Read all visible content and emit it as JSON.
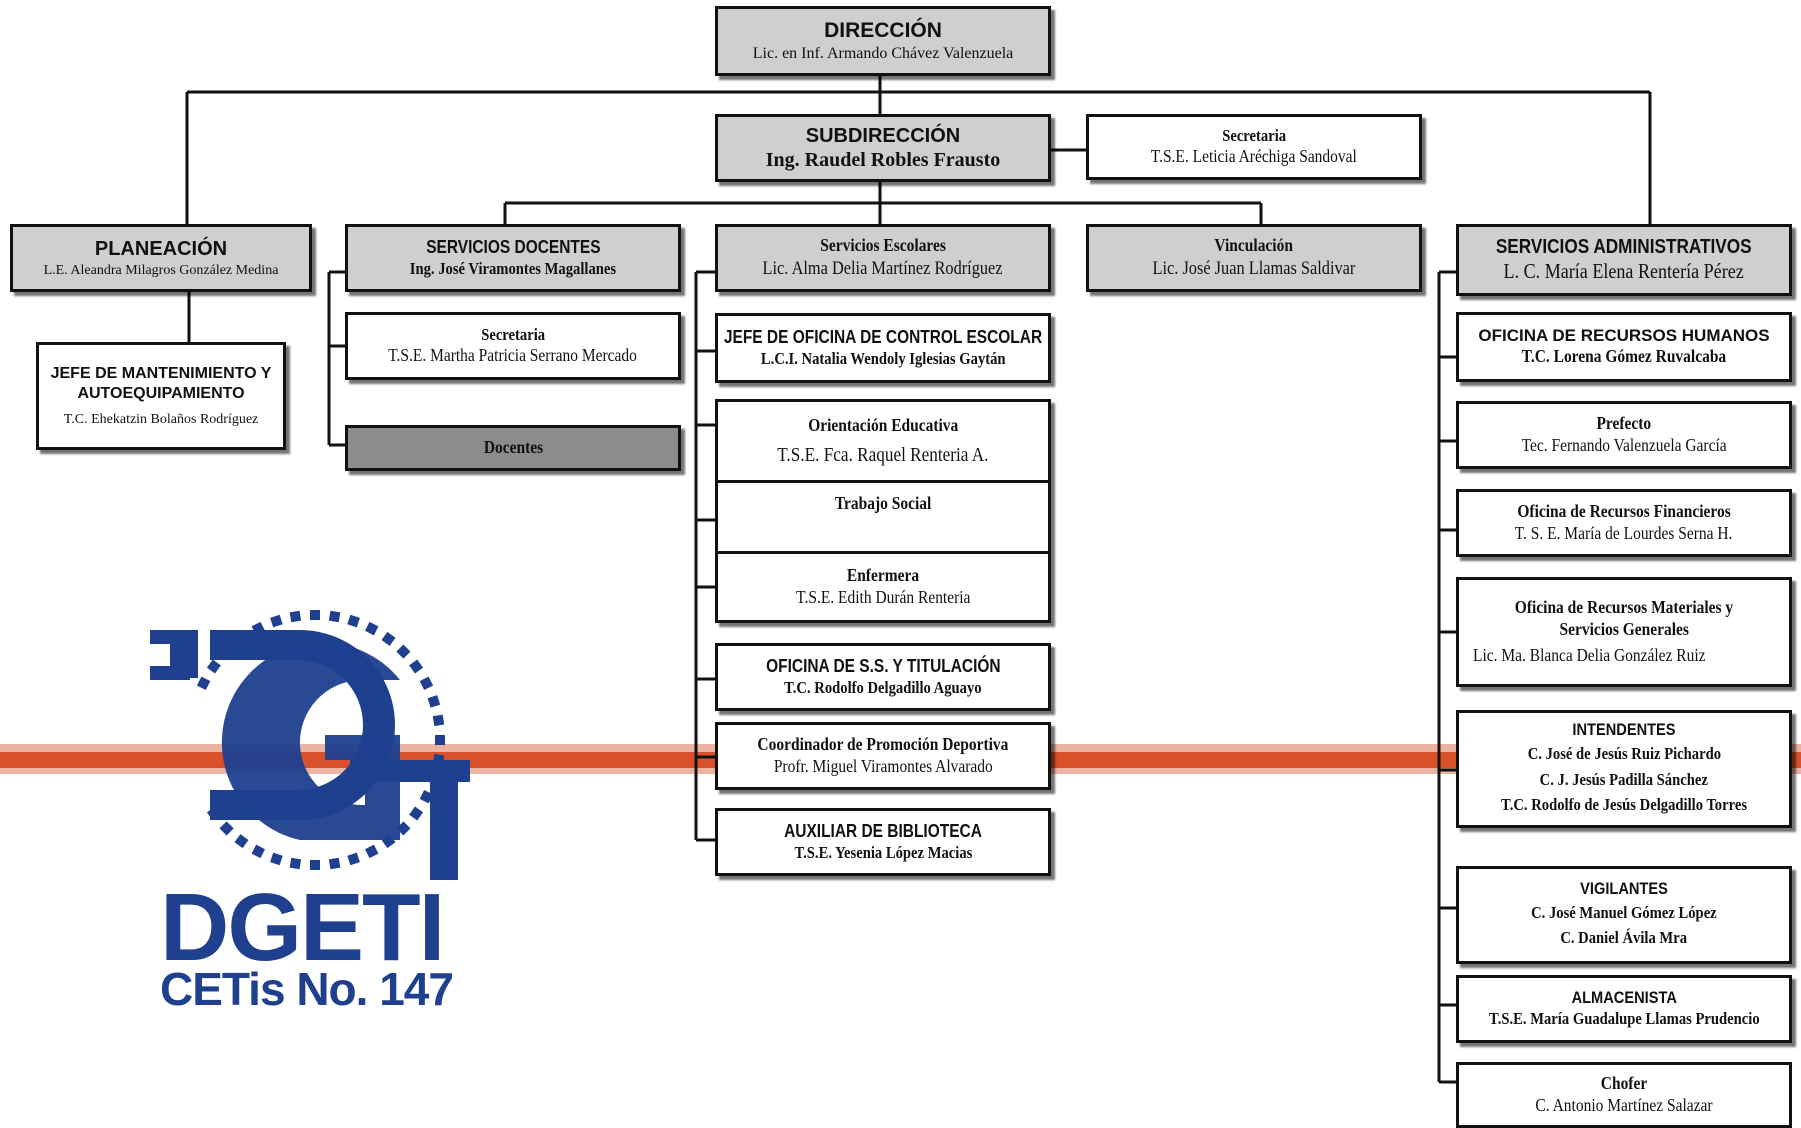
{
  "direccion": {
    "title": "DIRECCIÓN",
    "name": "Lic. en Inf. Armando Chávez Valenzuela"
  },
  "subdireccion": {
    "title": "SUBDIRECCIÓN",
    "name": "Ing. Raudel Robles Frausto"
  },
  "secretaria_sub": {
    "title": "Secretaria",
    "name": "T.S.E. Leticia Aréchiga Sandoval"
  },
  "planeacion": {
    "title": "PLANEACIÓN",
    "name": "L.E. Aleandra Milagros González Medina"
  },
  "mantenimiento": {
    "title": "JEFE DE MANTENIMIENTO Y AUTOEQUIPAMIENTO",
    "name": "T.C. Ehekatzin Bolaños Rodríguez"
  },
  "servicios_docentes": {
    "title": "SERVICIOS DOCENTES",
    "name": "Ing. José Viramontes Magallanes"
  },
  "secretaria_doc": {
    "title": "Secretaria",
    "name": "T.S.E. Martha Patricia Serrano Mercado"
  },
  "docentes": {
    "title": "Docentes"
  },
  "servicios_escolares": {
    "title": "Servicios Escolares",
    "name": "Lic. Alma Delia Martínez Rodríguez"
  },
  "control_escolar": {
    "title": "JEFE DE OFICINA DE CONTROL ESCOLAR",
    "name": "L.C.I. Natalia Wendoly Iglesias Gaytán"
  },
  "orientacion": {
    "title": "Orientación Educativa",
    "name": "T.S.E. Fca. Raquel Renteria A."
  },
  "trabajo_social": {
    "title": "Trabajo Social"
  },
  "enfermera": {
    "title": "Enfermera",
    "name": "T.S.E. Edith Durán Renteria"
  },
  "titulacion": {
    "title": "OFICINA DE S.S. Y TITULACIÓN",
    "name": "T.C. Rodolfo Delgadillo Aguayo"
  },
  "deportiva": {
    "title": "Coordinador de Promoción Deportiva",
    "name": "Profr. Miguel Viramontes Alvarado"
  },
  "biblioteca": {
    "title": "AUXILIAR DE BIBLIOTECA",
    "name": "T.S.E. Yesenia López Macias"
  },
  "vinculacion": {
    "title": "Vinculación",
    "name": "Lic. José Juan Llamas Saldivar"
  },
  "administrativos": {
    "title": "SERVICIOS ADMINISTRATIVOS",
    "name": "L. C. María Elena Rentería Pérez"
  },
  "rh": {
    "title": "OFICINA DE RECURSOS HUMANOS",
    "name": "T.C. Lorena Gómez Ruvalcaba"
  },
  "prefecto": {
    "title": "Prefecto",
    "name": "Tec. Fernando Valenzuela García"
  },
  "financieros": {
    "title": "Oficina de Recursos Financieros",
    "name": "T. S. E. María de Lourdes Serna H."
  },
  "materiales": {
    "title_1": "Oficina de Recursos Materiales y",
    "title_2": "Servicios Generales",
    "name": "Lic.  Ma. Blanca Delia González Ruiz"
  },
  "intendentes": {
    "title": "INTENDENTES",
    "names": [
      "C. José de Jesús Ruiz Pichardo",
      "C. J. Jesús Padilla Sánchez",
      "T.C. Rodolfo de Jesús Delgadillo Torres"
    ]
  },
  "vigilantes": {
    "title": "VIGILANTES",
    "names": [
      "C. José Manuel Gómez López",
      "C. Daniel Ávila Mra"
    ]
  },
  "almacenista": {
    "title": "ALMACENISTA",
    "name": "T.S.E. María Guadalupe Llamas Prudencio"
  },
  "chofer": {
    "title": "Chofer",
    "name": "C. Antonio Martínez Salazar"
  },
  "logo": {
    "brand": "DGETI",
    "school": "CETis No. 147"
  },
  "colors": {
    "stripe_dark": "#d9512a",
    "stripe_light": "#e9a08a",
    "box_grey": "#cfcfcf",
    "box_dark": "#8c8c8c",
    "logo_blue": "#1f3f8f"
  }
}
